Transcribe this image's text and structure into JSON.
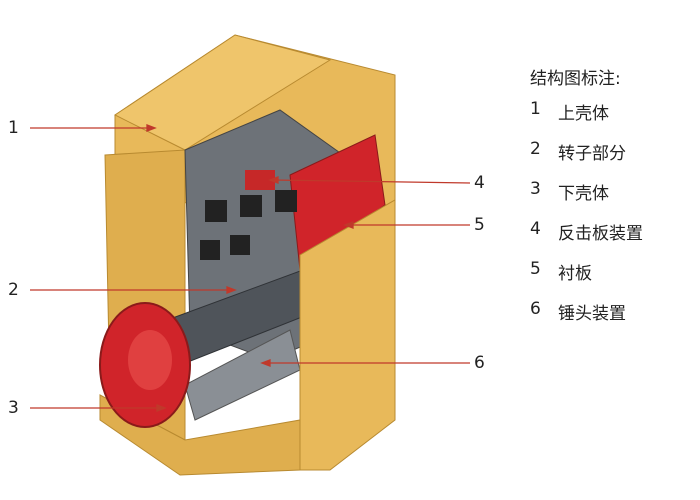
{
  "legend": {
    "title": "结构图标注:",
    "items": [
      {
        "number": "1",
        "label": "上壳体"
      },
      {
        "number": "2",
        "label": "转子部分"
      },
      {
        "number": "3",
        "label": "下壳体"
      },
      {
        "number": "4",
        "label": "反击板装置"
      },
      {
        "number": "5",
        "label": "衬板"
      },
      {
        "number": "6",
        "label": "锤头装置"
      }
    ]
  },
  "callouts": [
    "1",
    "2",
    "3",
    "4",
    "5",
    "6"
  ],
  "colors": {
    "housing": "#e8b95a",
    "liner": "#d0242a",
    "rotor": "#555a60",
    "arrow": "#c0392b"
  }
}
